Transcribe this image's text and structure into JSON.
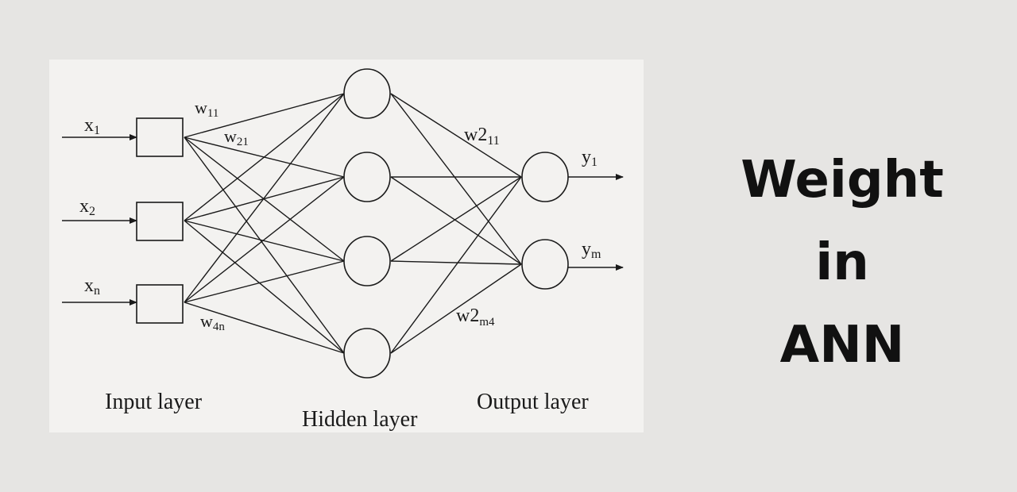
{
  "diagram": {
    "inputs": [
      {
        "label": "x",
        "sub": "1"
      },
      {
        "label": "x",
        "sub": "2"
      },
      {
        "label": "x",
        "sub": "n"
      }
    ],
    "outputs": [
      {
        "label": "y",
        "sub": "1"
      },
      {
        "label": "y",
        "sub": "m"
      }
    ],
    "hidden_count": 4,
    "weights": [
      {
        "label": "w",
        "sub": "11"
      },
      {
        "label": "w",
        "sub": "21"
      },
      {
        "label": "w",
        "sub": "4n"
      },
      {
        "label": "w2",
        "sub": "11"
      },
      {
        "label": "w2",
        "sub": "m4"
      }
    ],
    "layer_labels": {
      "input": "Input layer",
      "hidden": "Hidden layer",
      "output": "Output layer"
    }
  },
  "title": {
    "line1": "Weight",
    "line2": "in",
    "line3": "ANN"
  }
}
